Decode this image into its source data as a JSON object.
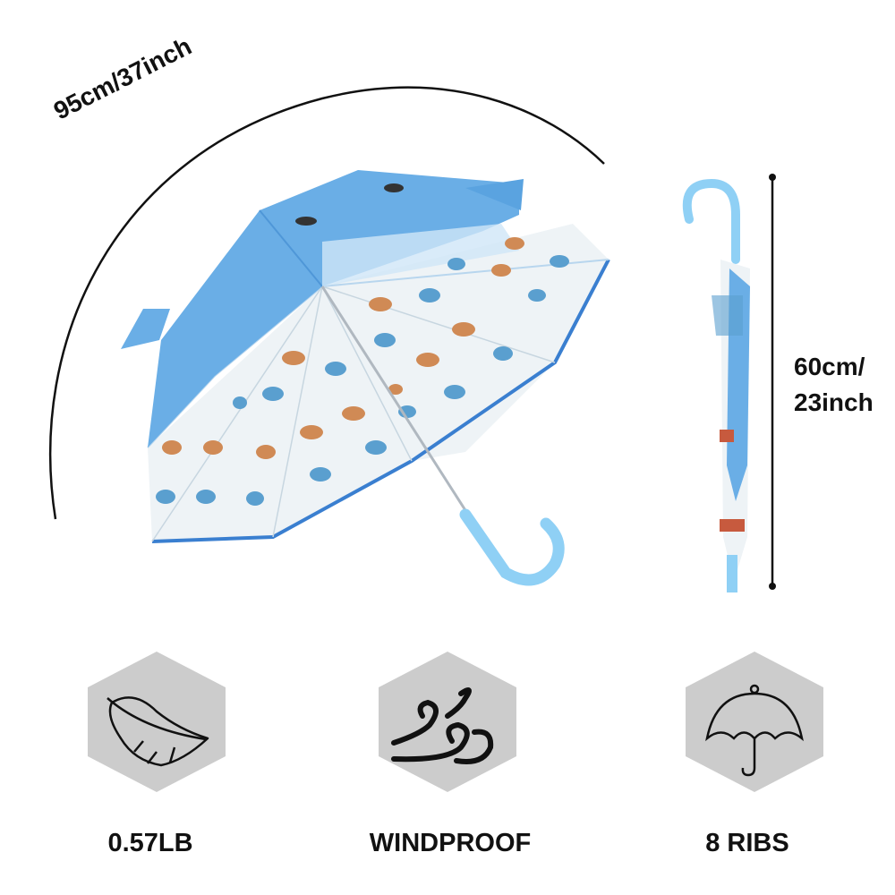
{
  "dimensions": {
    "open_diameter": "95cm/37inch",
    "closed_length_line1": "60cm/",
    "closed_length_line2": "23inch"
  },
  "features": [
    {
      "icon": "feather-icon",
      "label": "0.57LB"
    },
    {
      "icon": "wind-icon",
      "label": "WINDPROOF"
    },
    {
      "icon": "umbrella-icon",
      "label": "8 RIBS"
    }
  ],
  "colors": {
    "canopy_blue": "#6aaee6",
    "edge_blue": "#3a7fd0",
    "handle_blue": "#8fd0f5",
    "fish_orange": "#d08a55",
    "fish_blue": "#5a9fcf",
    "hexagon_gray": "#cccccc"
  }
}
